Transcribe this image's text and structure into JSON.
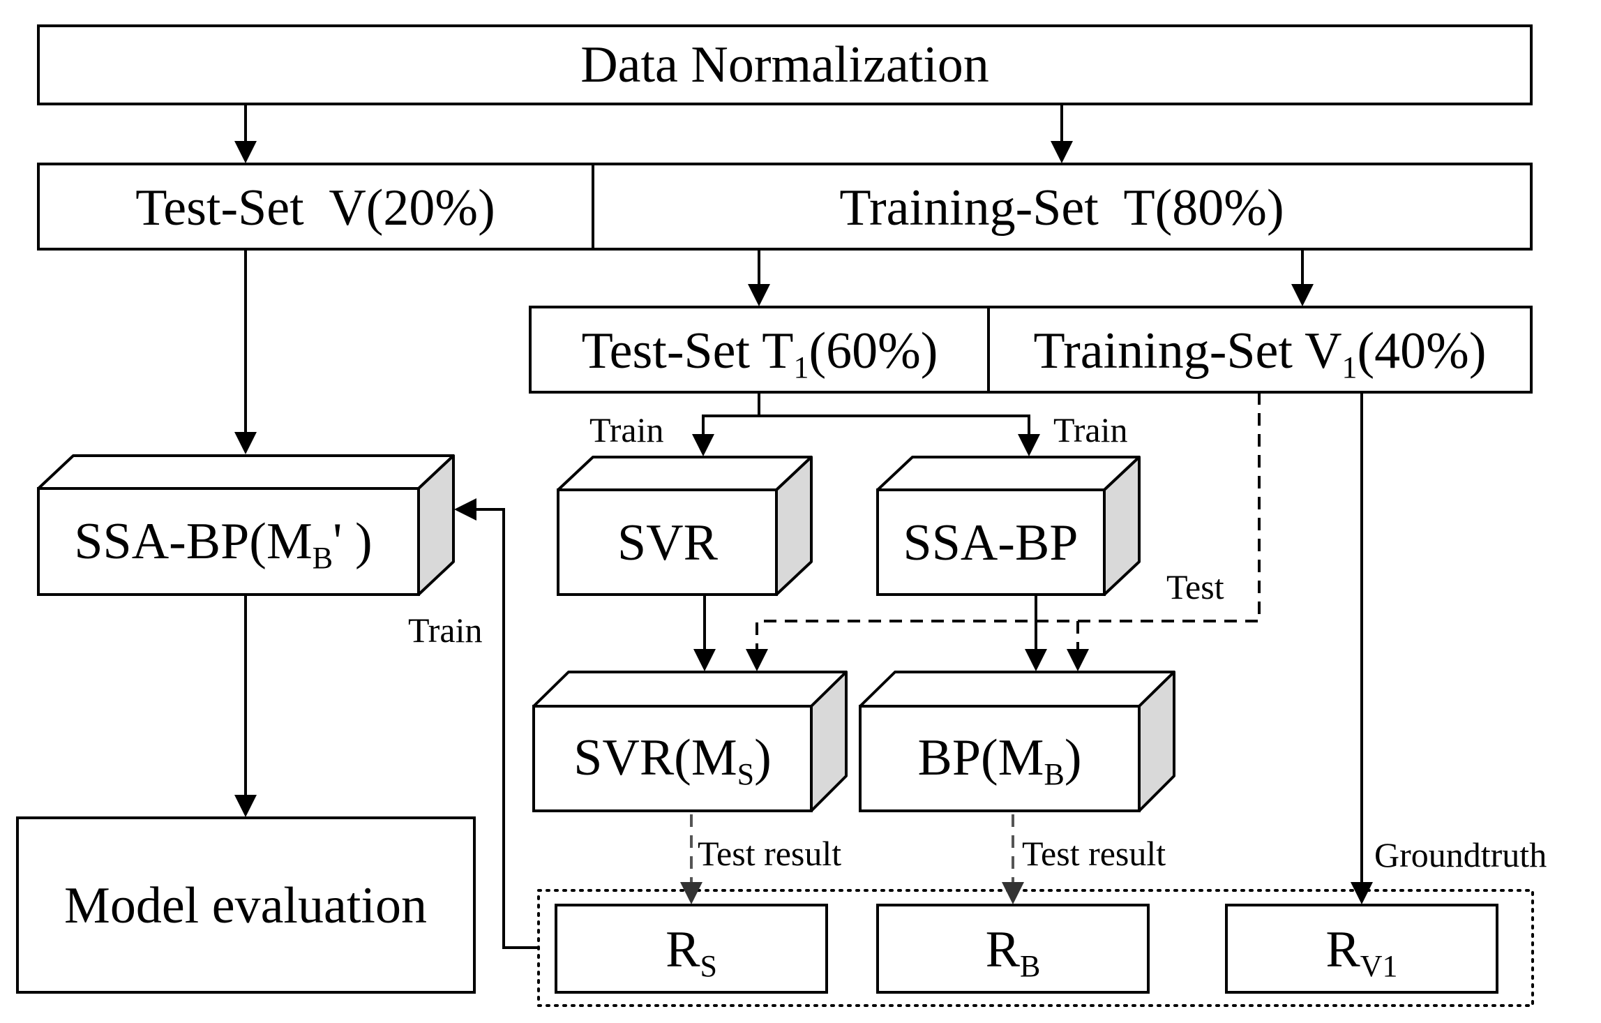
{
  "top": {
    "normalization": "Data Normalization"
  },
  "split1": {
    "test_set": "Test-Set  V(20%)",
    "training_set": "Training-Set  T(80%)"
  },
  "split2": {
    "test_set_prefix": "Test-Set T",
    "test_set_sub": "1",
    "test_set_suffix": "(60%)",
    "training_set_prefix": "Training-Set V",
    "training_set_sub": "1",
    "training_set_suffix": "(40%)"
  },
  "models": {
    "final_prefix": "SSA-BP(M",
    "final_sub": "B",
    "final_suffix": "' )",
    "svr": "SVR",
    "ssa_bp": "SSA-BP",
    "svr_trained_prefix": "SVR(M",
    "svr_trained_sub": "S",
    "svr_trained_suffix": ")",
    "bp_trained_prefix": "BP(M",
    "bp_trained_sub": "B",
    "bp_trained_suffix": ")"
  },
  "evaluation": "Model evaluation",
  "results": {
    "rs_main": "R",
    "rs_sub": "S",
    "rb_main": "R",
    "rb_sub": "B",
    "rv1_main": "R",
    "rv1_sub": "V1"
  },
  "edge_labels": {
    "train_left": "Train",
    "train_right": "Train",
    "train_feedback": "Train",
    "test": "Test",
    "test_result_svr": "Test result",
    "test_result_bp": "Test result",
    "groundtruth": "Groundtruth"
  }
}
